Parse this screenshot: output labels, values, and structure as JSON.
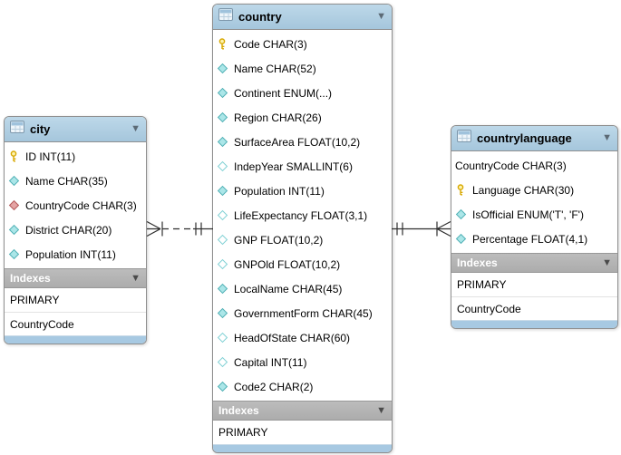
{
  "diagram": {
    "tool": "eer-diagram",
    "tables": [
      {
        "id": "city",
        "title": "city",
        "fields": [
          {
            "label": "ID INT(11)",
            "icon": "primary-key"
          },
          {
            "label": "Name CHAR(35)",
            "icon": "column-notnull"
          },
          {
            "label": "CountryCode CHAR(3)",
            "icon": "foreign-key"
          },
          {
            "label": "District CHAR(20)",
            "icon": "column-notnull"
          },
          {
            "label": "Population INT(11)",
            "icon": "column-notnull"
          }
        ],
        "section_label": "Indexes",
        "indexes": [
          "PRIMARY",
          "CountryCode"
        ]
      },
      {
        "id": "country",
        "title": "country",
        "fields": [
          {
            "label": "Code CHAR(3)",
            "icon": "primary-key"
          },
          {
            "label": "Name CHAR(52)",
            "icon": "column-notnull"
          },
          {
            "label": "Continent ENUM(...)",
            "icon": "column-notnull"
          },
          {
            "label": "Region CHAR(26)",
            "icon": "column-notnull"
          },
          {
            "label": "SurfaceArea FLOAT(10,2)",
            "icon": "column-notnull"
          },
          {
            "label": "IndepYear SMALLINT(6)",
            "icon": "column-nullable"
          },
          {
            "label": "Population INT(11)",
            "icon": "column-notnull"
          },
          {
            "label": "LifeExpectancy FLOAT(3,1)",
            "icon": "column-nullable"
          },
          {
            "label": "GNP FLOAT(10,2)",
            "icon": "column-nullable"
          },
          {
            "label": "GNPOld FLOAT(10,2)",
            "icon": "column-nullable"
          },
          {
            "label": "LocalName CHAR(45)",
            "icon": "column-notnull"
          },
          {
            "label": "GovernmentForm CHAR(45)",
            "icon": "column-notnull"
          },
          {
            "label": "HeadOfState CHAR(60)",
            "icon": "column-nullable"
          },
          {
            "label": "Capital INT(11)",
            "icon": "column-nullable"
          },
          {
            "label": "Code2 CHAR(2)",
            "icon": "column-notnull"
          }
        ],
        "section_label": "Indexes",
        "indexes": [
          "PRIMARY"
        ]
      },
      {
        "id": "countrylanguage",
        "title": "countrylanguage",
        "fields": [
          {
            "label": "CountryCode CHAR(3)",
            "icon": "none"
          },
          {
            "label": "Language CHAR(30)",
            "icon": "primary-key"
          },
          {
            "label": "IsOfficial ENUM('T', 'F')",
            "icon": "column-notnull"
          },
          {
            "label": "Percentage FLOAT(4,1)",
            "icon": "column-notnull"
          }
        ],
        "section_label": "Indexes",
        "indexes": [
          "PRIMARY",
          "CountryCode"
        ]
      }
    ],
    "connectors": [
      {
        "id": "city-country",
        "from_table": "country",
        "to_table": "city",
        "line_style": "dashed",
        "from_cardinality": "one-and-only-one",
        "to_cardinality": "many"
      },
      {
        "id": "country-countrylanguage",
        "from_table": "country",
        "to_table": "countrylanguage",
        "line_style": "solid",
        "from_cardinality": "one-and-only-one",
        "to_cardinality": "many"
      }
    ],
    "colors": {
      "header_blue_top": "#bdd8e9",
      "header_blue_bottom": "#a5c6dc",
      "indexes_gray": "#b3b3b3",
      "footer_blue": "#a7c9e2",
      "table_border": "#8f8f8f",
      "key_icon": "#d8a800",
      "column_diamond_fill": "#abe6e8",
      "column_diamond_border": "#4fb0b4",
      "foreign_key_diamond_fill": "#e4a3a3",
      "foreign_key_diamond_border": "#b25454",
      "connector_line": "#2e2e2e"
    }
  }
}
